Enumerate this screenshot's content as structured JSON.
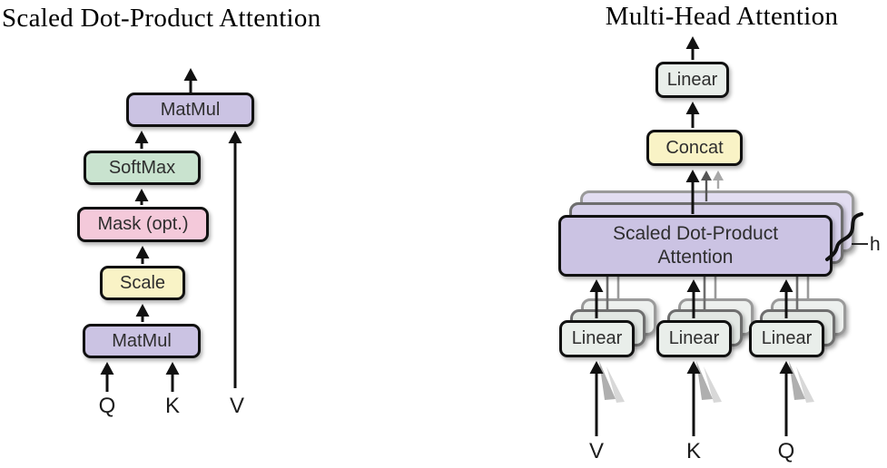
{
  "titles": {
    "left": "Scaled Dot-Product Attention",
    "right": "Multi-Head Attention"
  },
  "left_diagram": {
    "boxes": {
      "matmul_top": "MatMul",
      "softmax": "SoftMax",
      "mask": "Mask (opt.)",
      "scale": "Scale",
      "matmul_bottom": "MatMul"
    },
    "inputs": {
      "q": "Q",
      "k": "K",
      "v": "V"
    }
  },
  "right_diagram": {
    "boxes": {
      "linear_top": "Linear",
      "concat": "Concat",
      "sdpa_line1": "Scaled Dot-Product",
      "sdpa_line2": "Attention",
      "linear_v": "Linear",
      "linear_k": "Linear",
      "linear_q": "Linear"
    },
    "inputs": {
      "v": "V",
      "k": "K",
      "q": "Q"
    },
    "heads_label": "h"
  },
  "colors": {
    "box_purple": "#cbc3e3",
    "box_green": "#c9e3cf",
    "box_pink": "#f4c9da",
    "box_yellow": "#f9f3c6",
    "box_gray_green": "#e9eeea",
    "border_black": "#111111",
    "ghost_border_dark": "#6e6e6e",
    "ghost_border_light": "#9a9a9a",
    "arrow_black": "#111111",
    "arrow_dark_gray": "#555555",
    "arrow_light_gray": "#a8a8a8"
  }
}
